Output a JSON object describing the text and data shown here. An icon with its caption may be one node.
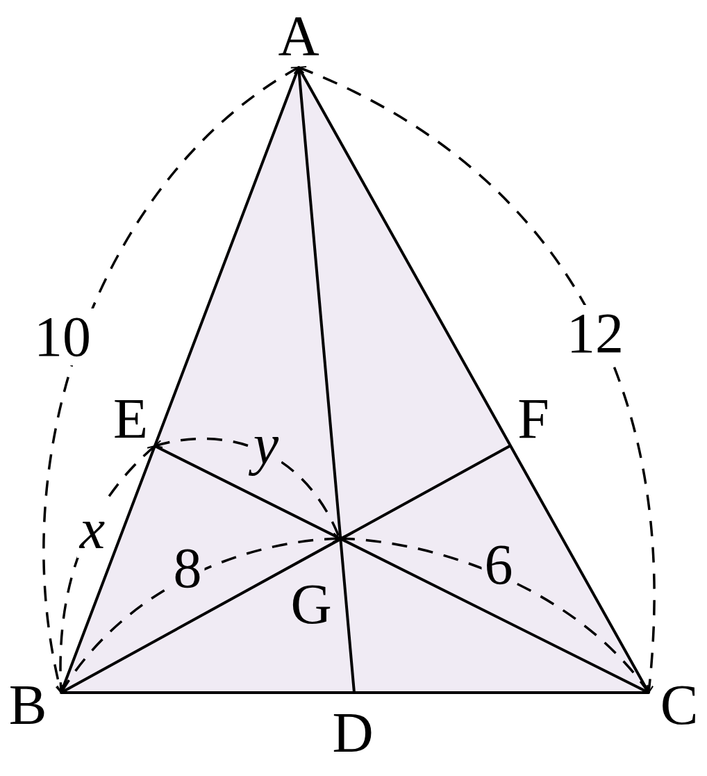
{
  "diagram": {
    "labels": [
      "A",
      "10",
      "12",
      "E",
      "F",
      "y",
      "x",
      "8",
      "6",
      "G",
      "B",
      "C",
      "D"
    ]
  }
}
